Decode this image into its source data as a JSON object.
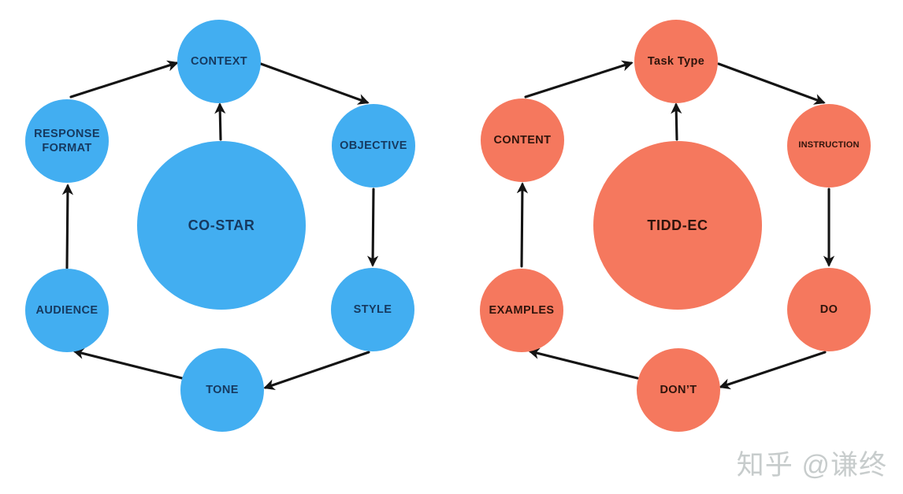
{
  "colors": {
    "background": "#ffffff",
    "blue_fill": "#42aef1",
    "blue_text": "#16395f",
    "coral_fill": "#f5785e",
    "coral_text": "#2f140c",
    "arrow": "#141414",
    "watermark": "#c7cccc"
  },
  "watermark": {
    "text": "知乎 @谦终"
  },
  "left": {
    "center": "CO-STAR",
    "nodes": {
      "context": "CONTEXT",
      "objective": "OBJECTIVE",
      "style": "STYLE",
      "tone": "TONE",
      "audience": "AUDIENCE",
      "response_format": "RESPONSE FORMAT"
    },
    "edges": [
      {
        "from": "response_format",
        "to": "context"
      },
      {
        "from": "context",
        "to": "objective"
      },
      {
        "from": "objective",
        "to": "style"
      },
      {
        "from": "style",
        "to": "tone"
      },
      {
        "from": "tone",
        "to": "audience"
      },
      {
        "from": "audience",
        "to": "response_format"
      },
      {
        "from": "co-star",
        "to": "context"
      }
    ]
  },
  "right": {
    "center": "TIDD-EC",
    "nodes": {
      "task_type": "Task Type",
      "instruction": "INSTRUCTION",
      "do": "DO",
      "dont": "DON’T",
      "examples": "EXAMPLES",
      "content": "CONTENT"
    },
    "edges": [
      {
        "from": "content",
        "to": "task_type"
      },
      {
        "from": "task_type",
        "to": "instruction"
      },
      {
        "from": "instruction",
        "to": "do"
      },
      {
        "from": "do",
        "to": "dont"
      },
      {
        "from": "dont",
        "to": "examples"
      },
      {
        "from": "examples",
        "to": "content"
      },
      {
        "from": "tidd-ec",
        "to": "task_type"
      }
    ]
  }
}
